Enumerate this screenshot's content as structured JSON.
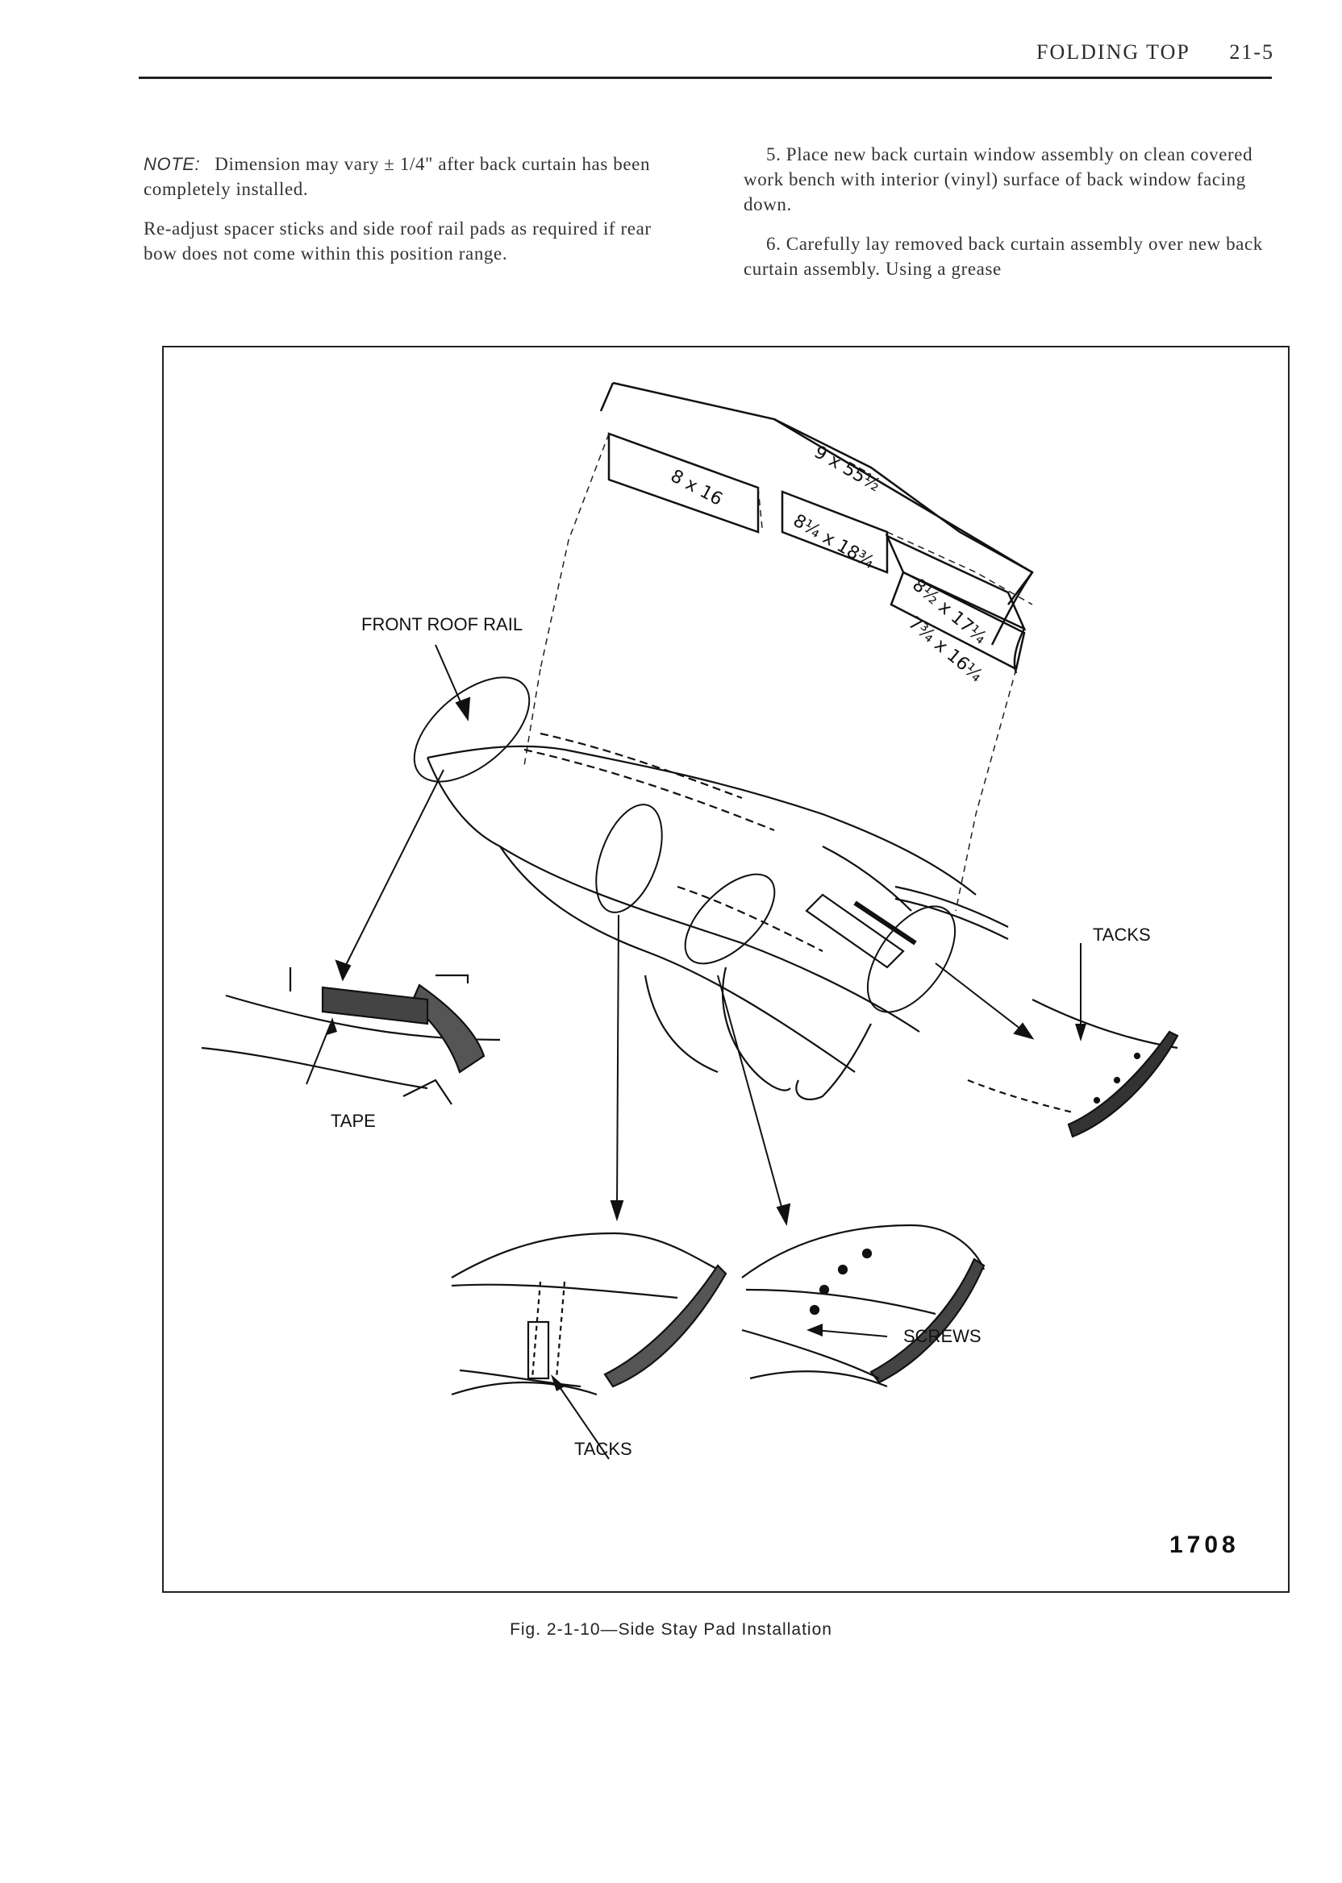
{
  "header": {
    "section_title": "FOLDING TOP",
    "page_number": "21-5"
  },
  "left_column": {
    "note_label": "NOTE:",
    "note_text": "Dimension may vary ± 1/4\" after back curtain has been completely installed.",
    "paragraph": "Re-adjust spacer sticks and side roof rail pads as required if rear bow does not come within this position range."
  },
  "right_column": {
    "step5": "5. Place new back curtain window assembly on clean covered work bench with interior (vinyl) surface of back window facing down.",
    "step6": "6. Carefully lay removed back curtain assembly over new back curtain assembly. Using a grease"
  },
  "figure": {
    "labels": {
      "front_roof_rail": "FRONT ROOF RAIL",
      "tacks_right": "TACKS",
      "tape": "TAPE",
      "tacks_bottom": "TACKS",
      "screws": "SCREWS"
    },
    "pads": [
      "8 x 16",
      "9 x 55½",
      "8¼ x 18¾",
      "8½ x 17¼",
      "7¾ x 16¼"
    ],
    "figure_number": "1708",
    "caption": "Fig. 2-1-10—Side Stay Pad Installation"
  }
}
